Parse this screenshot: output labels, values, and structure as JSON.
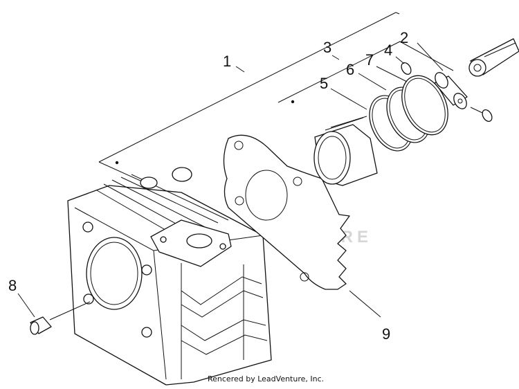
{
  "callouts": {
    "c1": "1",
    "c2": "2",
    "c3": "3",
    "c4": "4",
    "c5": "5",
    "c6": "6",
    "c7": "7",
    "c8": "8",
    "c9": "9"
  },
  "watermark": "LEADVENTURE",
  "credit": "Rencered by LeadVenture, Inc."
}
